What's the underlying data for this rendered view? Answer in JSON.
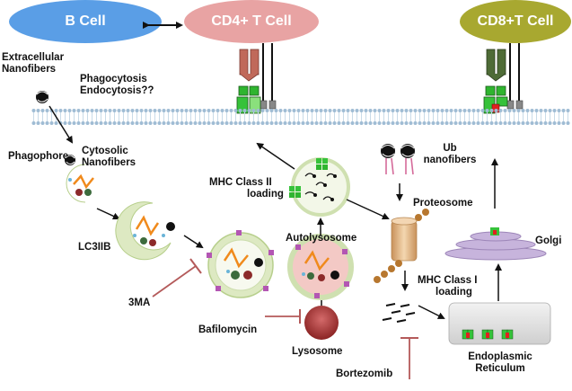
{
  "cells": {
    "b_cell": "B Cell",
    "cd4_t_cell": "CD4+ T Cell",
    "cd8_t_cell": "CD8+T Cell"
  },
  "labels": {
    "extracellular": [
      "Extracellular",
      "Nanofibers"
    ],
    "phagocytosis": [
      "Phagocytosis",
      "Endocytosis??"
    ],
    "phagophore": "Phagophore",
    "cytosolic": [
      "Cytosolic",
      "Nanofibers"
    ],
    "lc3iib": "LC3IIB",
    "mhc_ii": [
      "MHC Class II",
      "loading"
    ],
    "autolysosome": "Autolysosome",
    "ub": [
      "Ub",
      "nanofibers"
    ],
    "proteosome": "Proteosome",
    "golgi": "Golgi",
    "mhc_i": [
      "MHC Class I",
      "loading"
    ],
    "three_ma": "3MA",
    "bafilomycin": "Bafilomycin",
    "lysosome": "Lysosome",
    "bortezomib": "Bortezomib",
    "er": [
      "Endoplasmic",
      "Reticulum"
    ]
  },
  "colors": {
    "b_cell": "#5a9ee6",
    "cd4_t_cell": "#e8a3a3",
    "cd8_t_cell": "#a8a830",
    "membrane": "#aec9de",
    "vesicle": "#e9f2d6",
    "lysosome": "#a33333",
    "inhibitor": "#b45a5a",
    "mhc_green": "#36c23a",
    "tcr_cd4": "#c0695a",
    "tcr_cd8": "#4e6b36"
  }
}
